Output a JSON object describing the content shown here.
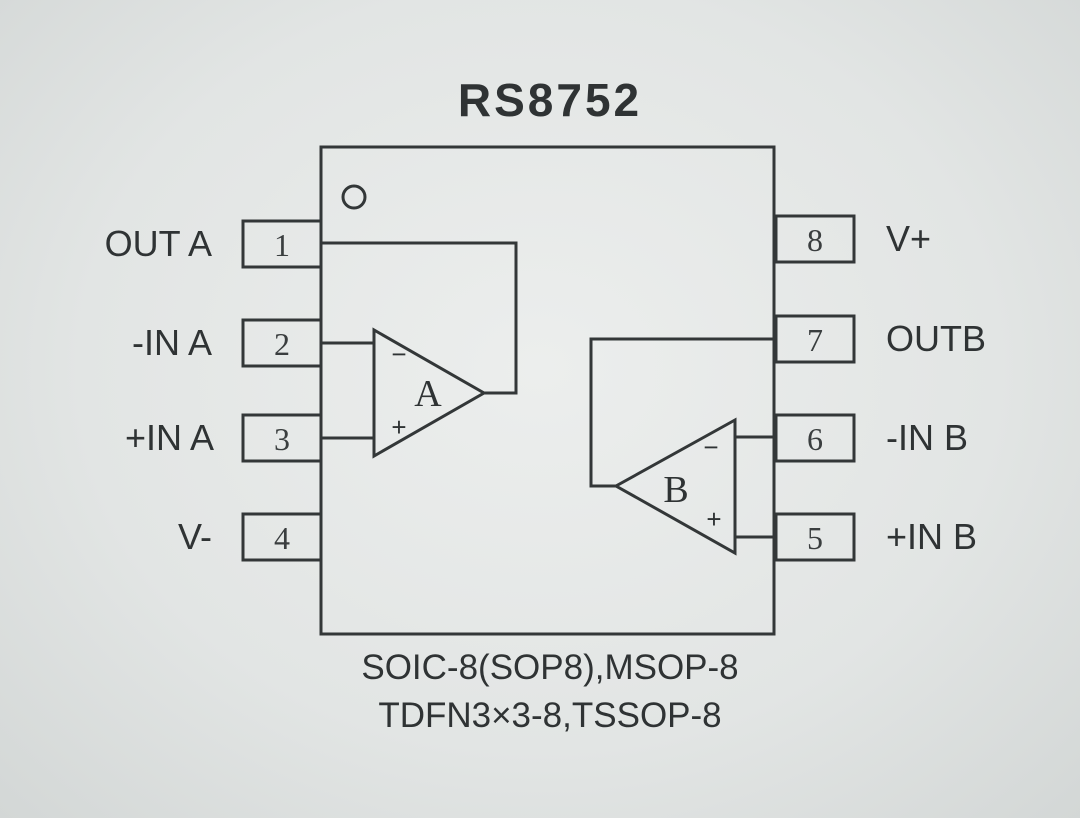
{
  "title": "RS8752",
  "pins_left": [
    {
      "number": "1",
      "label": "OUT A"
    },
    {
      "number": "2",
      "label": "-IN A"
    },
    {
      "number": "3",
      "label": "+IN A"
    },
    {
      "number": "4",
      "label": "V-"
    }
  ],
  "pins_right": [
    {
      "number": "8",
      "label": "V+"
    },
    {
      "number": "7",
      "label": "OUTB"
    },
    {
      "number": "6",
      "label": "-IN B"
    },
    {
      "number": "5",
      "label": "+IN B"
    }
  ],
  "amplifiers": {
    "a": {
      "name": "A",
      "minus": "−",
      "plus": "+"
    },
    "b": {
      "name": "B",
      "minus": "−",
      "plus": "+"
    }
  },
  "packages": {
    "line1": "SOIC-8(SOP8),MSOP-8",
    "line2": "TDFN3×3-8,TSSOP-8"
  },
  "colors": {
    "ink": "#2f3334",
    "background": "#e3e6e5"
  }
}
